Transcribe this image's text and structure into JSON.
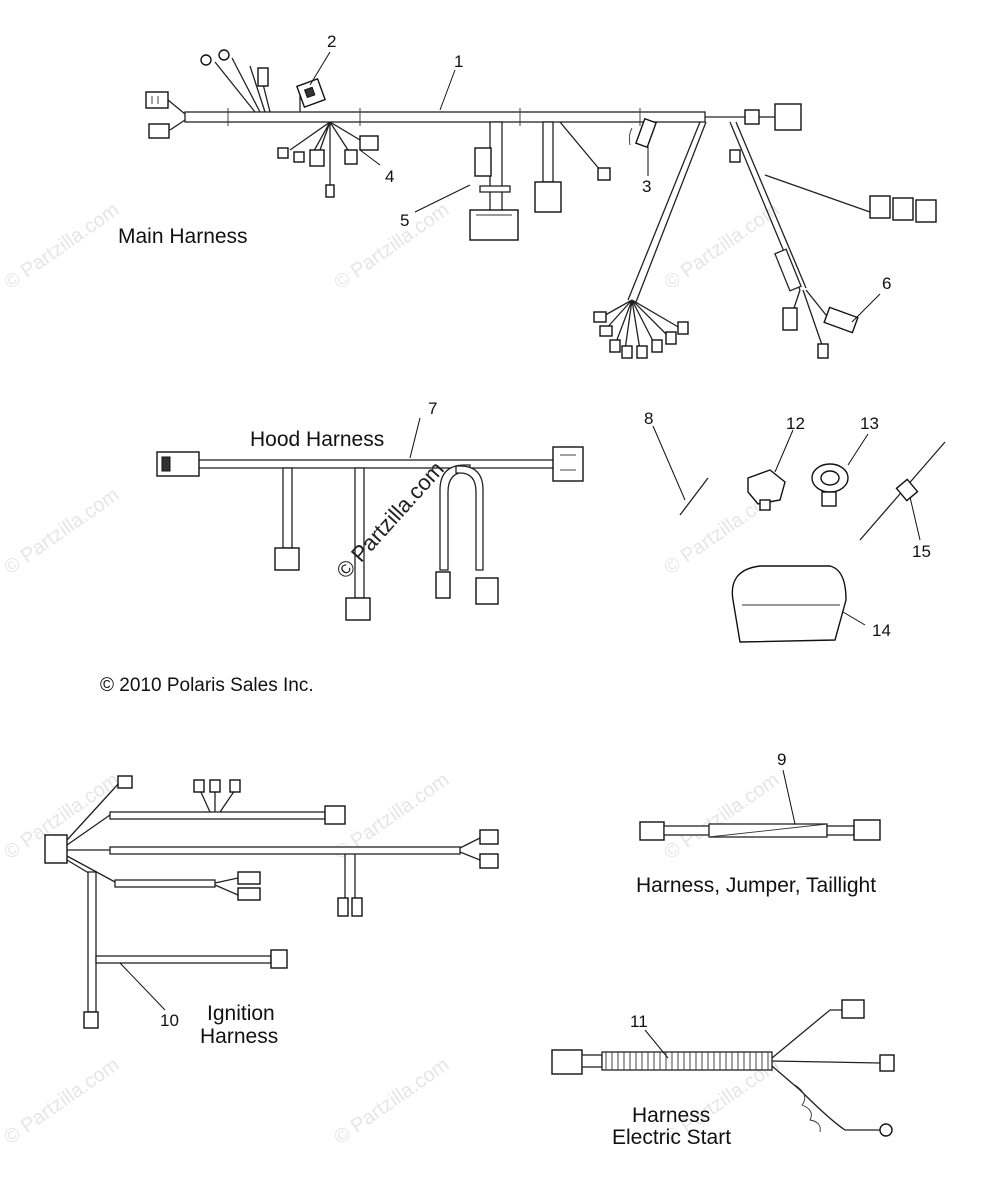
{
  "watermarks": {
    "text": "© Partzilla.com",
    "center_text": "© Partzilla.com"
  },
  "copyright": "© 2010 Polaris Sales Inc.",
  "assemblies": {
    "main": {
      "title": "Main Harness"
    },
    "hood": {
      "title": "Hood Harness"
    },
    "ignition": {
      "title_line1": "Ignition",
      "title_line2": "Harness"
    },
    "taillight": {
      "title": "Harness, Jumper, Taillight"
    },
    "electric_start": {
      "title_line1": "Harness",
      "title_line2": "Electric Start"
    }
  },
  "callouts": {
    "c1": "1",
    "c2": "2",
    "c3": "3",
    "c4": "4",
    "c5": "5",
    "c6": "6",
    "c7": "7",
    "c8": "8",
    "c9": "9",
    "c10": "10",
    "c11": "11",
    "c12": "12",
    "c13": "13",
    "c14": "14",
    "c15": "15"
  }
}
